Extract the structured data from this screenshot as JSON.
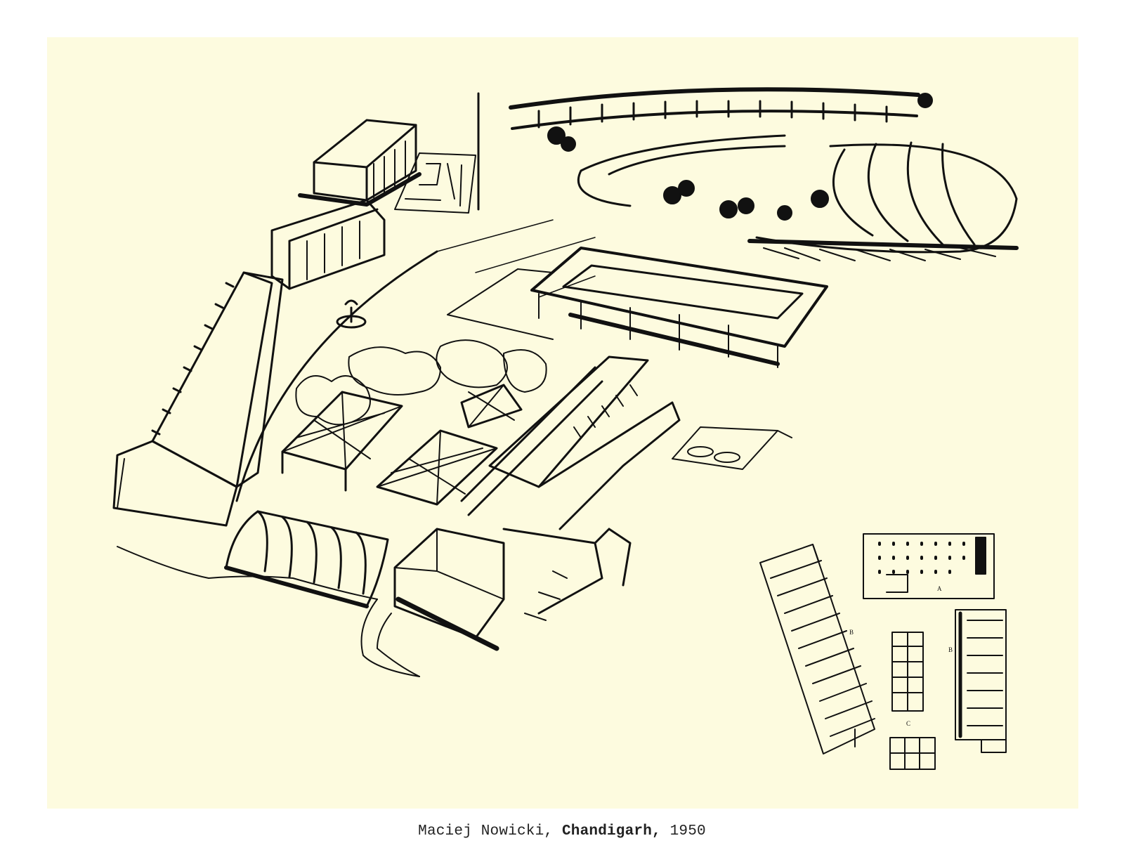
{
  "figure": {
    "description_icon": "architectural-sketch",
    "background_color": "#fdfbdf",
    "ink_color": "#111111"
  },
  "caption": {
    "author": "Maciej Nowicki",
    "separator": ", ",
    "title": "Chandigarh",
    "title_suffix": ",",
    "year": " 1950"
  },
  "plan_labels": {
    "a": "A",
    "b": "B",
    "b2": "B",
    "c": "C"
  }
}
